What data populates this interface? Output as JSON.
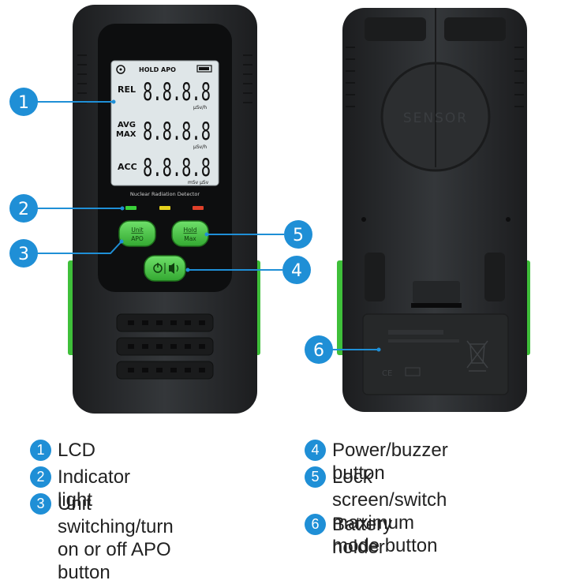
{
  "device": {
    "status_bar": "HOLD APO",
    "digits": "8.8.8.8",
    "row1_label": "REL",
    "row2_label_a": "AVG",
    "row2_label_b": "MAX",
    "row3_label": "ACC",
    "unit1": "μSv/h",
    "unit2": "μSv/h",
    "unit3": "mSv μSv",
    "model_text": "Nuclear Radiation Detector",
    "btn_left_top": "Unit",
    "btn_left_bottom": "APO",
    "btn_right_top": "Hold",
    "btn_right_bottom": "Max",
    "sensor_text": "SENSOR",
    "ce_mark": "CE"
  },
  "callouts": [
    "1",
    "2",
    "3",
    "4",
    "5",
    "6"
  ],
  "legend": [
    {
      "num": "1",
      "text": "LCD"
    },
    {
      "num": "2",
      "text": "Indicator light"
    },
    {
      "num": "3",
      "text": "Unit switching/turn\non or off APO button"
    },
    {
      "num": "4",
      "text": "Power/buzzer button"
    },
    {
      "num": "5",
      "text": "Lock screen/switch\nmaximum mode button"
    },
    {
      "num": "6",
      "text": "Battery holder"
    }
  ],
  "colors": {
    "callout": "#1f8fd6",
    "body": "#2a2c2e",
    "button": "#4ec94a",
    "lcd": "#dfe6e8",
    "led_green": "#3ad13a",
    "led_yellow": "#e5d21c",
    "led_red": "#e0402a"
  }
}
